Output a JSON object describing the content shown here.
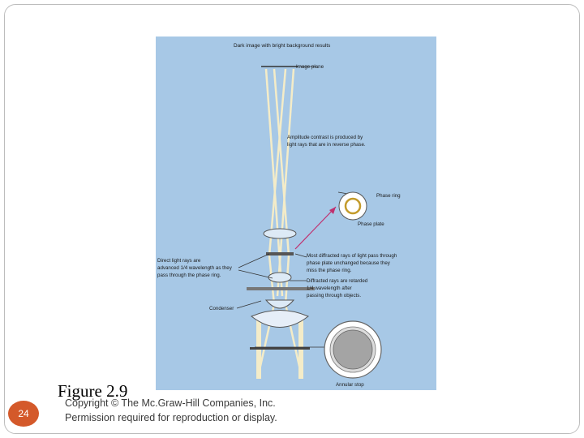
{
  "figure": {
    "top_caption": "Dark image with bright background results",
    "labels": {
      "image_plane": "Image plane",
      "amplitude_line1": "Amplitude contrast is produced by",
      "amplitude_line2": "light rays that are in reverse phase.",
      "phase_ring": "Phase ring",
      "phase_plate": "Phase plate",
      "direct_line1": "Direct light rays are",
      "direct_line2": "advanced 1/4 wavelength as they",
      "direct_line3": "pass through the phase ring.",
      "most_line1": "Most diffracted rays of light pass through",
      "most_line2": "phase plate unchanged because they",
      "most_line3": "miss the phase ring.",
      "retarded_line1": "Diffracted rays are retarded",
      "retarded_line2": "1/4 wavelength after",
      "retarded_line3": "passing through objects.",
      "condenser": "Condenser",
      "annular_stop": "Annular stop"
    },
    "colors": {
      "background": "#a7c8e6",
      "light_ray": "#f4ecc8",
      "pointer": "#c0306e",
      "stop_ring": "#ffffff"
    }
  },
  "caption": {
    "title": "Figure 2.9",
    "copyright": "Copyright © The Mc.Graw-Hill Companies, Inc.",
    "permission": "Permission required for reproduction or display."
  },
  "slide": {
    "number": "24",
    "badge_color": "#d4592a"
  }
}
